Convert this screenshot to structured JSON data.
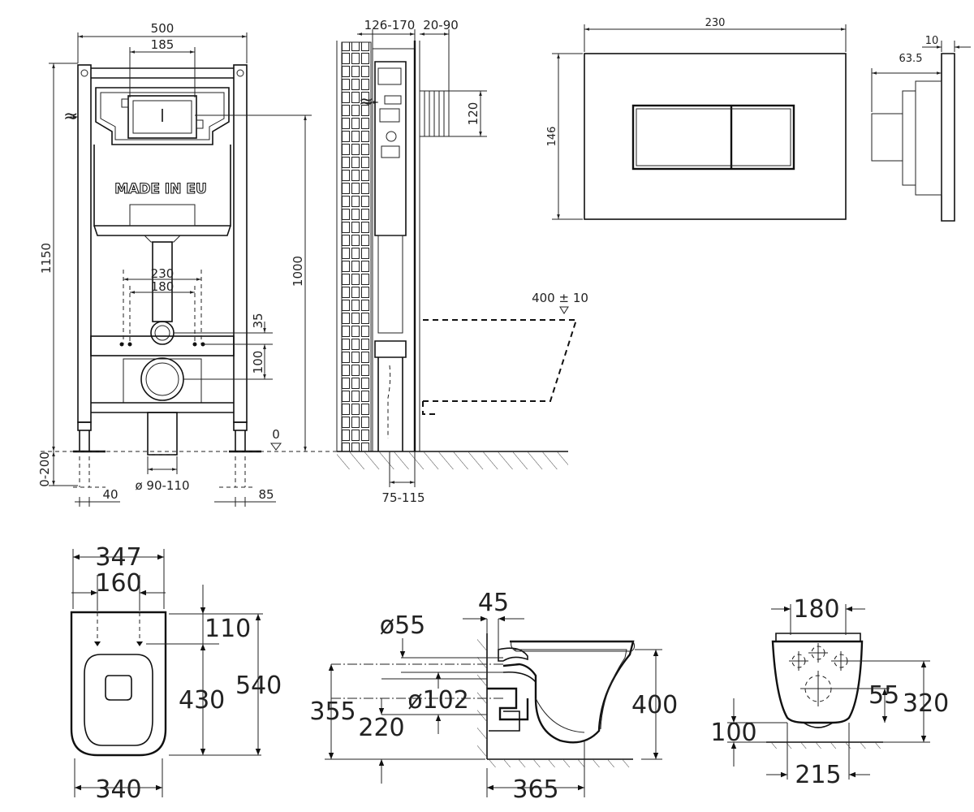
{
  "frame_front": {
    "width_500": "500",
    "width_185": "185",
    "height_1150": "1150",
    "height_1000": "1000",
    "stamp": "MADE IN EU",
    "width_230": "230",
    "width_180": "180",
    "offset_35": "35",
    "offset_100": "100",
    "floor_0": "0",
    "leg_0_200": "0-200",
    "pipe_90_110": "ø 90-110",
    "foot_40": "40",
    "foot_85": "85",
    "water_symbol": "≈"
  },
  "frame_side": {
    "depth_126_170": "126-170",
    "depth_20_90": "20-90",
    "h_120": "120",
    "height_400": "400 ± 10",
    "outlet_75_115": "75-115",
    "water_symbol": "≈"
  },
  "plate": {
    "width_230": "230",
    "height_146": "146",
    "depth_10": "10",
    "depth_63_5": "63.5"
  },
  "bowl_top": {
    "w_347": "347",
    "w_160": "160",
    "d_110": "110",
    "d_430": "430",
    "d_540": "540",
    "w_340": "340"
  },
  "bowl_side": {
    "d_45": "45",
    "d_55": "ø55",
    "d_102": "ø102",
    "h_355": "355",
    "h_220": "220",
    "h_400": "400",
    "w_365": "365"
  },
  "bowl_back": {
    "w_180": "180",
    "h_55": "55",
    "h_320": "320",
    "h_100": "100",
    "w_215": "215"
  }
}
